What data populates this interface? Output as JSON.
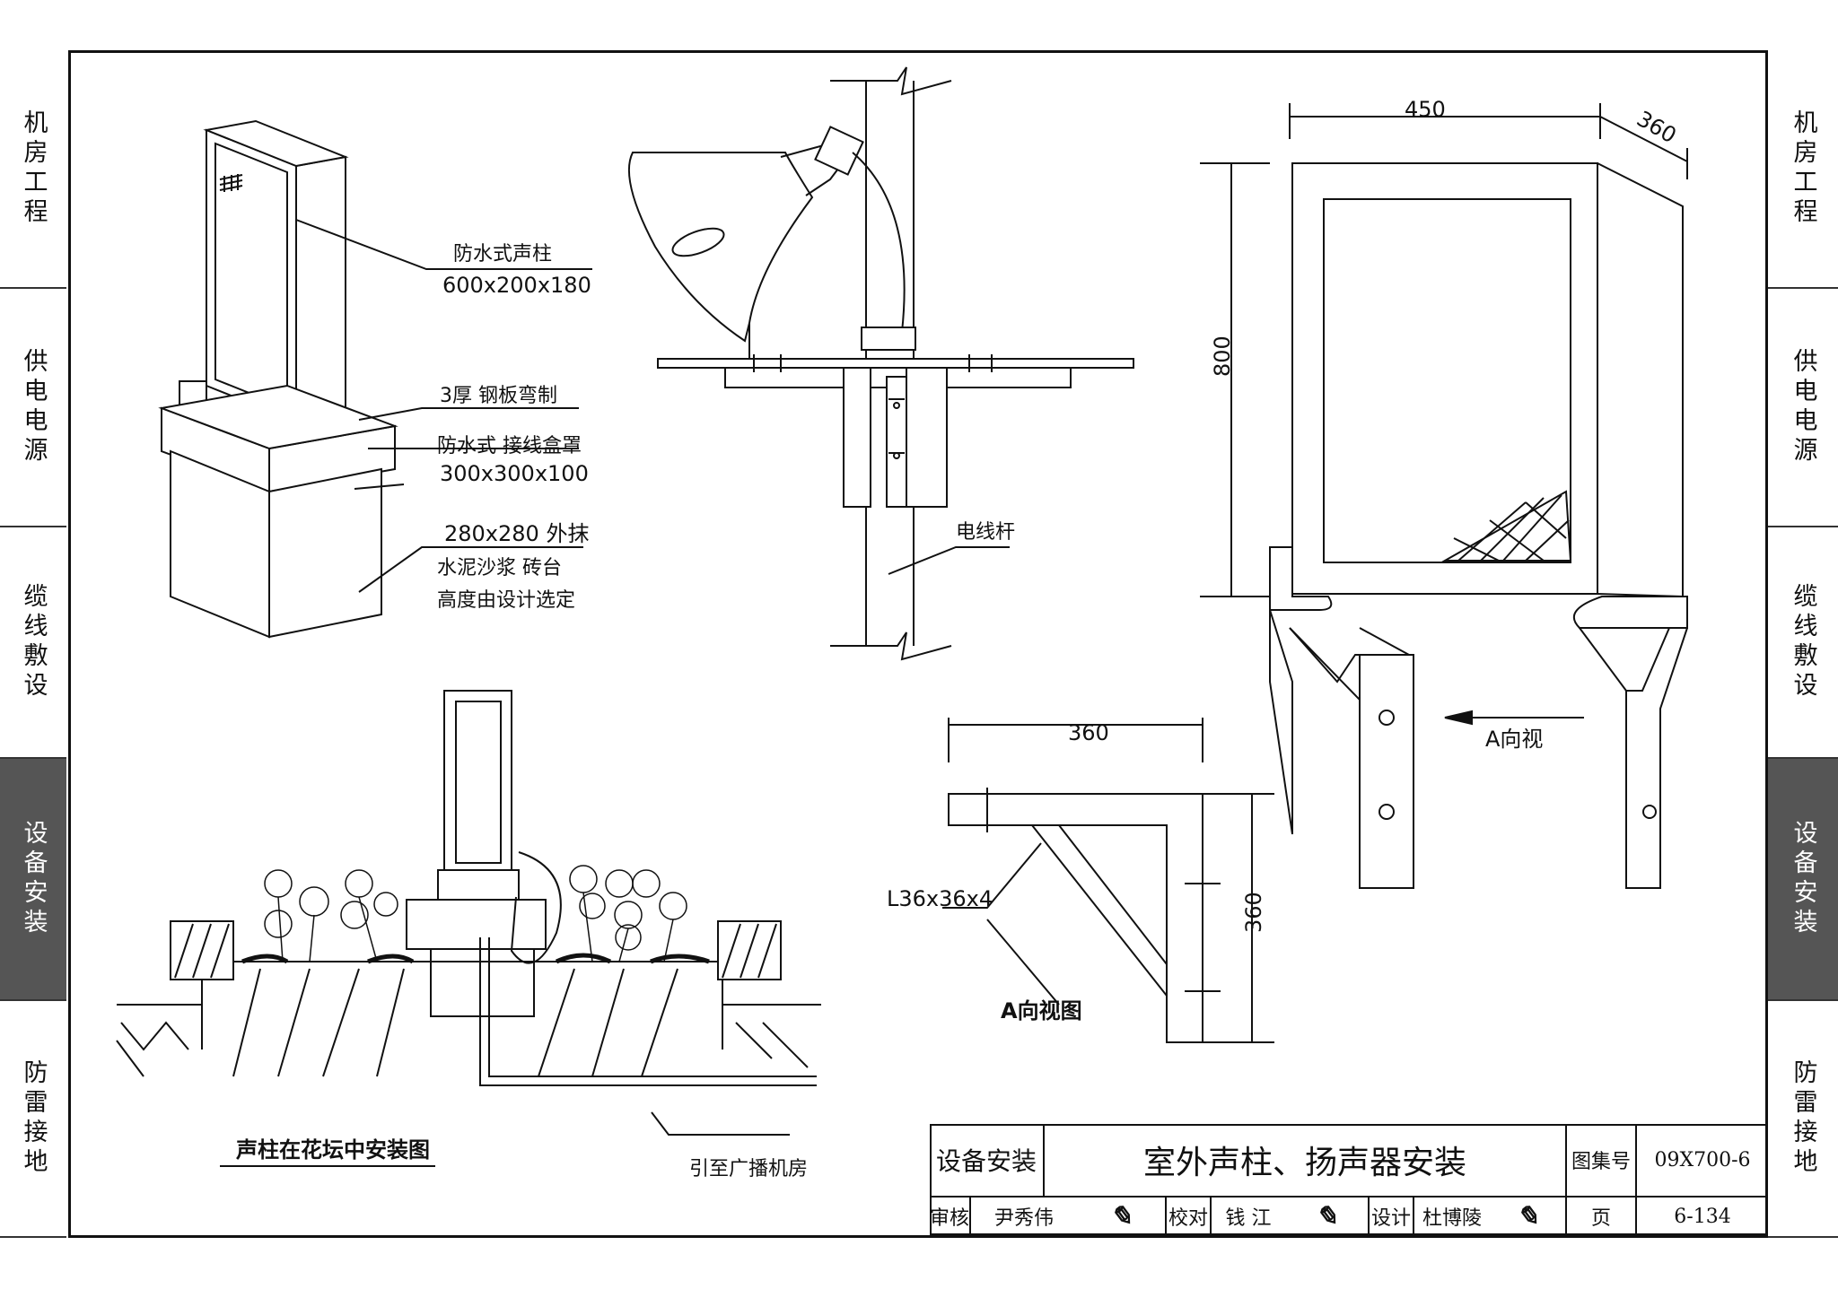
{
  "side_tabs_left": [
    {
      "label": "机房工程",
      "active": false
    },
    {
      "label": "供电电源",
      "active": false
    },
    {
      "label": "缆线敷设",
      "active": false
    },
    {
      "label": "设备安装",
      "active": true
    },
    {
      "label": "防雷接地",
      "active": false
    }
  ],
  "side_tabs_right": [
    {
      "label": "机房工程",
      "active": false
    },
    {
      "label": "供电电源",
      "active": false
    },
    {
      "label": "缆线敷设",
      "active": false
    },
    {
      "label": "设备安装",
      "active": true
    },
    {
      "label": "防雷接地",
      "active": false
    }
  ],
  "labels": {
    "column_name": "防水式声柱",
    "column_size": "600x200x180",
    "steel_plate": "3厚  钢板弯制",
    "junction_box": "防水式 接线盒罩",
    "junction_box_size": "300x300x100",
    "platform_size": "280x280  外抹",
    "platform_material": "水泥沙浆 砖台",
    "platform_height": "高度由设计选定",
    "pole": "电线杆",
    "dim_450": "450",
    "dim_360_top": "360",
    "dim_800": "800",
    "view_arrow": "A向视",
    "dim_360_a": "360",
    "dim_360_b": "360",
    "angle_steel": "L36x36x4",
    "view_a_title": "A向视图",
    "flowerbed_title": "声柱在花坛中安装图",
    "to_broadcast": "引至广播机房"
  },
  "titleblock": {
    "category": "设备安装",
    "title": "室外声柱、扬声器安装",
    "atlas_label": "图集号",
    "atlas_no": "09X700-6",
    "review_label": "审核",
    "reviewer": "尹秀伟",
    "check_label": "校对",
    "checker": "钱 江",
    "design_label": "设计",
    "designer": "杜博陵",
    "page_label": "页",
    "page_no": "6-134"
  },
  "colors": {
    "line": "#111111",
    "active_tab": "#555555"
  }
}
